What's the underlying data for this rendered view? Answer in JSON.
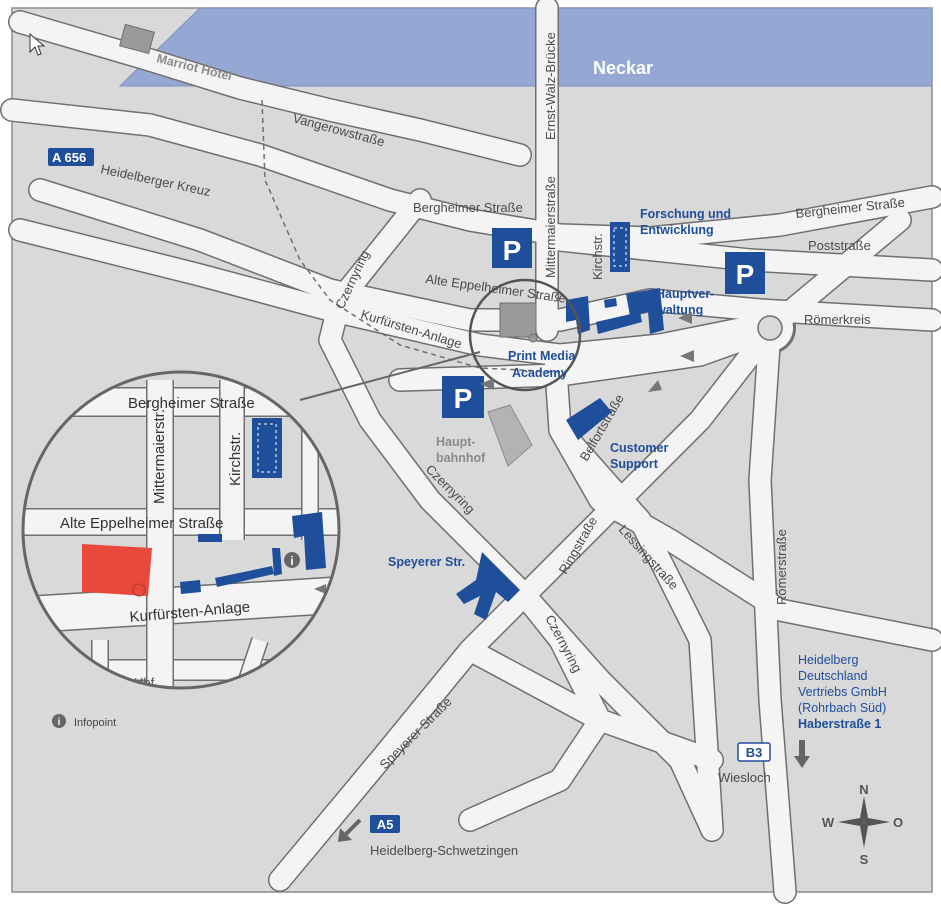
{
  "colors": {
    "background": "#d9d9d9",
    "road": "#f4f4f4",
    "road_edge": "#6f6f6f",
    "river": "#95a8d4",
    "company_blue": "#1f4e9a",
    "highlight_red": "#e8493b",
    "station_grey": "#b3b3b3"
  },
  "map": {
    "river": "Neckar",
    "hotel": "Marriot Hotel",
    "highway_a656": {
      "badge": "A 656",
      "label": "Heidelberger Kreuz"
    },
    "highway_a5": {
      "badge": "A5",
      "label": "Heidelberg-Schwetzingen"
    },
    "highway_b3": {
      "badge": "B3",
      "label": "Wiesloch"
    },
    "streets": {
      "vangerow": "Vangerowstraße",
      "ernst_walz": "Ernst-Walz-Brücke",
      "mittermaier": "Mittermaierstraße",
      "bergheimer_left": "Bergheimer Straße",
      "bergheimer_right": "Bergheimer Straße",
      "post": "Poststraße",
      "roemerkreis": "Römerkreis",
      "czernyring_top": "Czernyring",
      "czernyring_mid": "Czernyring",
      "czernyring_low": "Czernyring",
      "alte_eppelheimer": "Alte Eppelheimer Straße",
      "kurfuersten": "Kurfürsten-Anlage",
      "kirch": "Kirchstr.",
      "belfort": "Belfortstraße",
      "ring": "Ringstraße",
      "lessing": "Lessingstraße",
      "roemer": "Römerstraße",
      "speyerer": "Speyerer Straße"
    },
    "places": {
      "research_1": "Forschung und",
      "research_2": "Entwicklung",
      "hq_1": "Hauptver-",
      "hq_2": "waltung",
      "pma_1": "Print Media",
      "pma_2": "Academy",
      "station_1": "Haupt-",
      "station_2": "bahnhof",
      "support_1": "Customer",
      "support_2": "Support",
      "speyerer_str": "Speyerer Str.",
      "vertrieb": [
        "Heidelberg",
        "Deutschland",
        "Vertriebs GmbH",
        "(Rohrbach Süd)",
        "Haberstraße 1"
      ]
    },
    "parking": "P",
    "compass": {
      "n": "N",
      "s": "S",
      "w": "W",
      "o": "O"
    }
  },
  "inset": {
    "bergheimer": "Bergheimer Straße",
    "mittermaier": "Mittermaierstr.",
    "kirch": "Kirchstr.",
    "alte_eppelheimer": "Alte Eppelheimer Straße",
    "kurfuersten": "Kurfürsten-Anlage",
    "hbf": "Hbf",
    "info_glyph": "i"
  },
  "legend": {
    "icon_glyph": "i",
    "label": "Infopoint"
  }
}
